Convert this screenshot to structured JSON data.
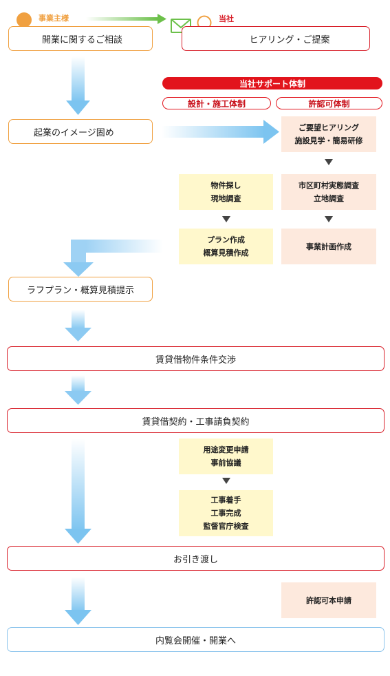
{
  "header": {
    "client_role": "事業主様",
    "company_role": "当社"
  },
  "steps": {
    "consult": "開業に関するご相談",
    "hearing": "ヒアリング・ご提案",
    "image": "起業のイメージ固め",
    "rough_plan": "ラフプラン・概算見積提示",
    "negotiation": "賃貸借物件条件交渉",
    "contract": "賃貸借契約・工事請負契約",
    "handover": "お引き渡し",
    "opening": "内覧会開催・開業へ"
  },
  "support": {
    "title": "当社サポート体制",
    "design": "設計・施工体制",
    "permit": "許認可体制"
  },
  "notes": {
    "hearing_tour": [
      "ご要望ヒアリング",
      "施設見学・簡易研修"
    ],
    "property": [
      "物件探し",
      "現地調査"
    ],
    "municipal": [
      "市区町村実態調査",
      "立地調査"
    ],
    "plan_make": [
      "プラン作成",
      "概算見積作成"
    ],
    "business_plan": [
      "事業計画作成"
    ],
    "use_change": [
      "用途変更申請",
      "事前協議"
    ],
    "construction": [
      "工事着手",
      "工事完成",
      "監督官庁検査"
    ],
    "permit_apply": [
      "許認可本申請"
    ]
  },
  "colors": {
    "orange": "#f0a040",
    "red": "#e2141c",
    "green": "#6cc04a",
    "blue_arrow": "#7cc4f0",
    "yellow_bg": "#fff8cc",
    "peach_bg": "#fde9dd"
  }
}
